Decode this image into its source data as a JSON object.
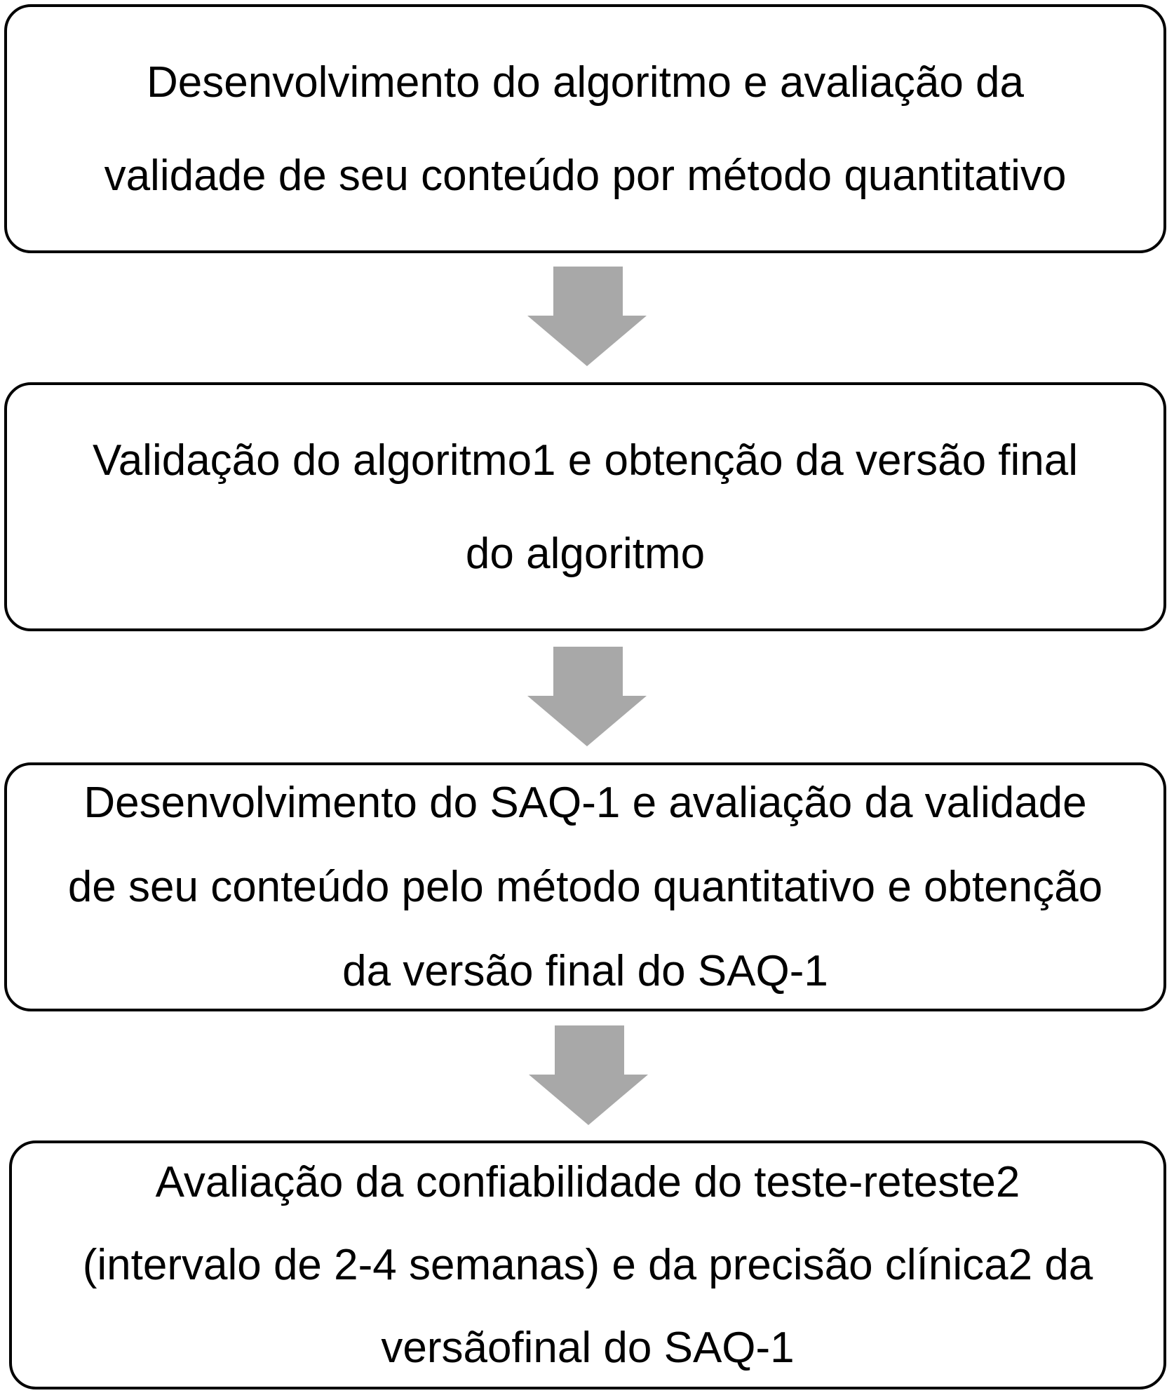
{
  "steps": [
    {
      "lines": [
        "Desenvolvimento do algoritmo e avaliação da",
        "validade de seu conteúdo por método quantitativo"
      ]
    },
    {
      "lines": [
        "Validação do algoritmo1 e obtenção da versão final",
        "do algoritmo"
      ]
    },
    {
      "lines": [
        "Desenvolvimento do SAQ-1 e avaliação da validade",
        "de seu conteúdo pelo método quantitativo e obtenção",
        "da versão final do SAQ-1"
      ]
    },
    {
      "lines": [
        "Avaliação da confiabilidade do teste-reteste2",
        "(intervalo de 2-4 semanas) e da precisão clínica2 da",
        "versãofinal do SAQ-1"
      ]
    }
  ],
  "colors": {
    "arrow": "#a8a8a8",
    "border": "#000000"
  }
}
